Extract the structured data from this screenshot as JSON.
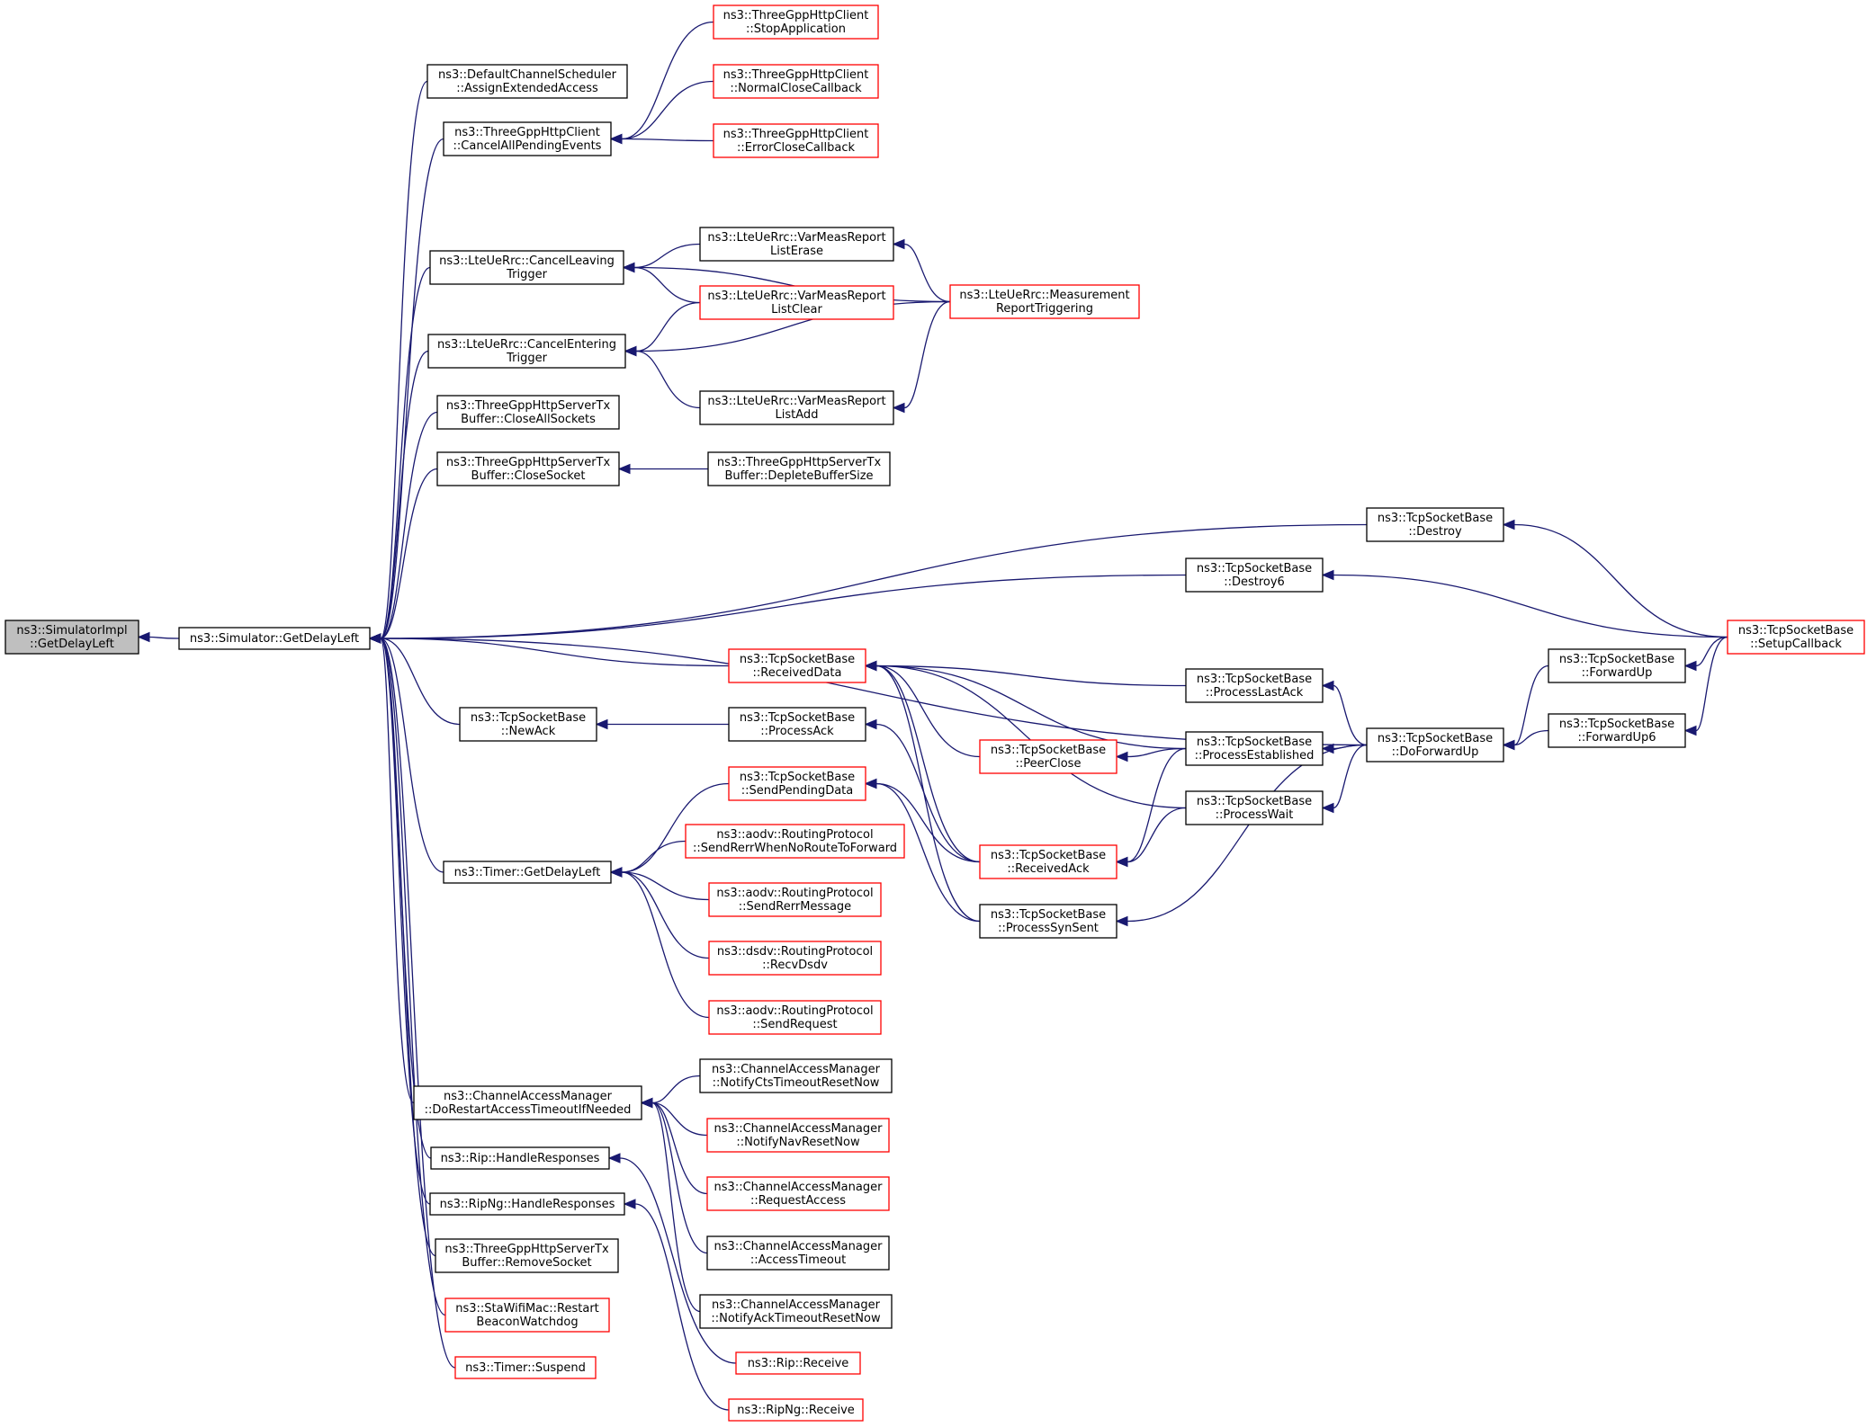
{
  "colors": {
    "edge": "#191970",
    "node_border": "#000000",
    "node_border_truncated": "#ff0000",
    "root_fill": "#bfbfbf",
    "background": "#ffffff"
  },
  "nodes": [
    {
      "id": "n_root",
      "lines": [
        "ns3::SimulatorImpl",
        "::GetDelayLeft"
      ],
      "style": "root"
    },
    {
      "id": "n_sim",
      "lines": [
        "ns3::Simulator::GetDelayLeft"
      ],
      "style": "normal"
    },
    {
      "id": "n_dcs",
      "lines": [
        "ns3::DefaultChannelScheduler",
        "::AssignExtendedAccess"
      ],
      "style": "normal"
    },
    {
      "id": "n_tghc_cancel",
      "lines": [
        "ns3::ThreeGppHttpClient",
        "::CancelAllPendingEvents"
      ],
      "style": "normal"
    },
    {
      "id": "n_tghc_stop",
      "lines": [
        "ns3::ThreeGppHttpClient",
        "::StopApplication"
      ],
      "style": "truncated"
    },
    {
      "id": "n_tghc_normal",
      "lines": [
        "ns3::ThreeGppHttpClient",
        "::NormalCloseCallback"
      ],
      "style": "truncated"
    },
    {
      "id": "n_tghc_error",
      "lines": [
        "ns3::ThreeGppHttpClient",
        "::ErrorCloseCallback"
      ],
      "style": "truncated"
    },
    {
      "id": "n_lte_leaving",
      "lines": [
        "ns3::LteUeRrc::CancelLeaving",
        "Trigger"
      ],
      "style": "normal"
    },
    {
      "id": "n_lte_erase",
      "lines": [
        "ns3::LteUeRrc::VarMeasReport",
        "ListErase"
      ],
      "style": "normal"
    },
    {
      "id": "n_lte_clear",
      "lines": [
        "ns3::LteUeRrc::VarMeasReport",
        "ListClear"
      ],
      "style": "truncated"
    },
    {
      "id": "n_lte_meas",
      "lines": [
        "ns3::LteUeRrc::Measurement",
        "ReportTriggering"
      ],
      "style": "truncated"
    },
    {
      "id": "n_lte_entering",
      "lines": [
        "ns3::LteUeRrc::CancelEntering",
        "Trigger"
      ],
      "style": "normal"
    },
    {
      "id": "n_lte_add",
      "lines": [
        "ns3::LteUeRrc::VarMeasReport",
        "ListAdd"
      ],
      "style": "normal"
    },
    {
      "id": "n_tgs_closeall",
      "lines": [
        "ns3::ThreeGppHttpServerTx",
        "Buffer::CloseAllSockets"
      ],
      "style": "normal"
    },
    {
      "id": "n_tgs_close",
      "lines": [
        "ns3::ThreeGppHttpServerTx",
        "Buffer::CloseSocket"
      ],
      "style": "normal"
    },
    {
      "id": "n_tgs_deplete",
      "lines": [
        "ns3::ThreeGppHttpServerTx",
        "Buffer::DepleteBufferSize"
      ],
      "style": "normal"
    },
    {
      "id": "n_tcp_destroy",
      "lines": [
        "ns3::TcpSocketBase",
        "::Destroy"
      ],
      "style": "normal"
    },
    {
      "id": "n_tcp_destroy6",
      "lines": [
        "ns3::TcpSocketBase",
        "::Destroy6"
      ],
      "style": "normal"
    },
    {
      "id": "n_tcp_setup",
      "lines": [
        "ns3::TcpSocketBase",
        "::SetupCallback"
      ],
      "style": "truncated"
    },
    {
      "id": "n_tcp_recvdata",
      "lines": [
        "ns3::TcpSocketBase",
        "::ReceivedData"
      ],
      "style": "truncated"
    },
    {
      "id": "n_tcp_lastack",
      "lines": [
        "ns3::TcpSocketBase",
        "::ProcessLastAck"
      ],
      "style": "normal"
    },
    {
      "id": "n_tcp_forwardup",
      "lines": [
        "ns3::TcpSocketBase",
        "::ForwardUp"
      ],
      "style": "normal"
    },
    {
      "id": "n_tcp_doforwardup",
      "lines": [
        "ns3::TcpSocketBase",
        "::DoForwardUp"
      ],
      "style": "normal"
    },
    {
      "id": "n_tcp_forwardup6",
      "lines": [
        "ns3::TcpSocketBase",
        "::ForwardUp6"
      ],
      "style": "normal"
    },
    {
      "id": "n_tcp_newack",
      "lines": [
        "ns3::TcpSocketBase",
        "::NewAck"
      ],
      "style": "normal"
    },
    {
      "id": "n_tcp_processack",
      "lines": [
        "ns3::TcpSocketBase",
        "::ProcessAck"
      ],
      "style": "normal"
    },
    {
      "id": "n_tcp_peerclose",
      "lines": [
        "ns3::TcpSocketBase",
        "::PeerClose"
      ],
      "style": "truncated"
    },
    {
      "id": "n_tcp_established",
      "lines": [
        "ns3::TcpSocketBase",
        "::ProcessEstablished"
      ],
      "style": "normal"
    },
    {
      "id": "n_tcp_sendpending",
      "lines": [
        "ns3::TcpSocketBase",
        "::SendPendingData"
      ],
      "style": "truncated"
    },
    {
      "id": "n_tcp_wait",
      "lines": [
        "ns3::TcpSocketBase",
        "::ProcessWait"
      ],
      "style": "normal"
    },
    {
      "id": "n_tcp_recvack",
      "lines": [
        "ns3::TcpSocketBase",
        "::ReceivedAck"
      ],
      "style": "truncated"
    },
    {
      "id": "n_tcp_synsent",
      "lines": [
        "ns3::TcpSocketBase",
        "::ProcessSynSent"
      ],
      "style": "normal"
    },
    {
      "id": "n_timer_delay",
      "lines": [
        "ns3::Timer::GetDelayLeft"
      ],
      "style": "normal"
    },
    {
      "id": "n_aodv_rerr_noroute",
      "lines": [
        "ns3::aodv::RoutingProtocol",
        "::SendRerrWhenNoRouteToForward"
      ],
      "style": "truncated"
    },
    {
      "id": "n_aodv_rerr_msg",
      "lines": [
        "ns3::aodv::RoutingProtocol",
        "::SendRerrMessage"
      ],
      "style": "truncated"
    },
    {
      "id": "n_dsdv_recv",
      "lines": [
        "ns3::dsdv::RoutingProtocol",
        "::RecvDsdv"
      ],
      "style": "truncated"
    },
    {
      "id": "n_aodv_sendreq",
      "lines": [
        "ns3::aodv::RoutingProtocol",
        "::SendRequest"
      ],
      "style": "truncated"
    },
    {
      "id": "n_cam_restart",
      "lines": [
        "ns3::ChannelAccessManager",
        "::DoRestartAccessTimeoutIfNeeded"
      ],
      "style": "normal"
    },
    {
      "id": "n_cam_cts",
      "lines": [
        "ns3::ChannelAccessManager",
        "::NotifyCtsTimeoutResetNow"
      ],
      "style": "normal"
    },
    {
      "id": "n_cam_nav",
      "lines": [
        "ns3::ChannelAccessManager",
        "::NotifyNavResetNow"
      ],
      "style": "truncated"
    },
    {
      "id": "n_cam_request",
      "lines": [
        "ns3::ChannelAccessManager",
        "::RequestAccess"
      ],
      "style": "truncated"
    },
    {
      "id": "n_cam_timeout",
      "lines": [
        "ns3::ChannelAccessManager",
        "::AccessTimeout"
      ],
      "style": "normal"
    },
    {
      "id": "n_cam_ack",
      "lines": [
        "ns3::ChannelAccessManager",
        "::NotifyAckTimeoutResetNow"
      ],
      "style": "normal"
    },
    {
      "id": "n_rip_handle",
      "lines": [
        "ns3::Rip::HandleResponses"
      ],
      "style": "normal"
    },
    {
      "id": "n_ripng_handle",
      "lines": [
        "ns3::RipNg::HandleResponses"
      ],
      "style": "normal"
    },
    {
      "id": "n_tgs_remove",
      "lines": [
        "ns3::ThreeGppHttpServerTx",
        "Buffer::RemoveSocket"
      ],
      "style": "normal"
    },
    {
      "id": "n_sta_restart",
      "lines": [
        "ns3::StaWifiMac::Restart",
        "BeaconWatchdog"
      ],
      "style": "truncated"
    },
    {
      "id": "n_timer_suspend",
      "lines": [
        "ns3::Timer::Suspend"
      ],
      "style": "truncated"
    },
    {
      "id": "n_rip_recv",
      "lines": [
        "ns3::Rip::Receive"
      ],
      "style": "truncated"
    },
    {
      "id": "n_ripng_recv",
      "lines": [
        "ns3::RipNg::Receive"
      ],
      "style": "truncated"
    }
  ],
  "edges": [
    {
      "from": "n_sim",
      "to": "n_root"
    },
    {
      "from": "n_dcs",
      "to": "n_sim"
    },
    {
      "from": "n_tghc_cancel",
      "to": "n_sim"
    },
    {
      "from": "n_lte_leaving",
      "to": "n_sim"
    },
    {
      "from": "n_lte_entering",
      "to": "n_sim"
    },
    {
      "from": "n_tgs_closeall",
      "to": "n_sim"
    },
    {
      "from": "n_tgs_close",
      "to": "n_sim"
    },
    {
      "from": "n_tcp_destroy",
      "to": "n_sim"
    },
    {
      "from": "n_tcp_destroy6",
      "to": "n_sim"
    },
    {
      "from": "n_tcp_doforwardup",
      "to": "n_sim"
    },
    {
      "from": "n_tcp_recvdata",
      "to": "n_sim"
    },
    {
      "from": "n_tcp_newack",
      "to": "n_sim"
    },
    {
      "from": "n_timer_delay",
      "to": "n_sim"
    },
    {
      "from": "n_cam_restart",
      "to": "n_sim"
    },
    {
      "from": "n_rip_handle",
      "to": "n_sim"
    },
    {
      "from": "n_ripng_handle",
      "to": "n_sim"
    },
    {
      "from": "n_tgs_remove",
      "to": "n_sim"
    },
    {
      "from": "n_sta_restart",
      "to": "n_sim"
    },
    {
      "from": "n_timer_suspend",
      "to": "n_sim"
    },
    {
      "from": "n_tghc_stop",
      "to": "n_tghc_cancel"
    },
    {
      "from": "n_tghc_normal",
      "to": "n_tghc_cancel"
    },
    {
      "from": "n_tghc_error",
      "to": "n_tghc_cancel"
    },
    {
      "from": "n_lte_erase",
      "to": "n_lte_leaving"
    },
    {
      "from": "n_lte_clear",
      "to": "n_lte_leaving"
    },
    {
      "from": "n_lte_meas",
      "to": "n_lte_leaving"
    },
    {
      "from": "n_lte_clear",
      "to": "n_lte_entering"
    },
    {
      "from": "n_lte_meas",
      "to": "n_lte_entering"
    },
    {
      "from": "n_lte_add",
      "to": "n_lte_entering"
    },
    {
      "from": "n_lte_meas",
      "to": "n_lte_erase"
    },
    {
      "from": "n_lte_meas",
      "to": "n_lte_add"
    },
    {
      "from": "n_tgs_deplete",
      "to": "n_tgs_close"
    },
    {
      "from": "n_tcp_setup",
      "to": "n_tcp_destroy"
    },
    {
      "from": "n_tcp_setup",
      "to": "n_tcp_destroy6"
    },
    {
      "from": "n_tcp_setup",
      "to": "n_tcp_forwardup"
    },
    {
      "from": "n_tcp_setup",
      "to": "n_tcp_forwardup6"
    },
    {
      "from": "n_tcp_forwardup",
      "to": "n_tcp_doforwardup"
    },
    {
      "from": "n_tcp_forwardup6",
      "to": "n_tcp_doforwardup"
    },
    {
      "from": "n_tcp_doforwardup",
      "to": "n_tcp_lastack"
    },
    {
      "from": "n_tcp_doforwardup",
      "to": "n_tcp_established"
    },
    {
      "from": "n_tcp_doforwardup",
      "to": "n_tcp_wait"
    },
    {
      "from": "n_tcp_doforwardup",
      "to": "n_tcp_synsent"
    },
    {
      "from": "n_tcp_lastack",
      "to": "n_tcp_recvdata"
    },
    {
      "from": "n_tcp_established",
      "to": "n_tcp_recvdata"
    },
    {
      "from": "n_tcp_wait",
      "to": "n_tcp_recvdata"
    },
    {
      "from": "n_tcp_peerclose",
      "to": "n_tcp_recvdata"
    },
    {
      "from": "n_tcp_recvack",
      "to": "n_tcp_recvdata"
    },
    {
      "from": "n_tcp_synsent",
      "to": "n_tcp_recvdata"
    },
    {
      "from": "n_tcp_established",
      "to": "n_tcp_peerclose"
    },
    {
      "from": "n_tcp_established",
      "to": "n_tcp_recvack"
    },
    {
      "from": "n_tcp_wait",
      "to": "n_tcp_recvack"
    },
    {
      "from": "n_tcp_processack",
      "to": "n_tcp_newack"
    },
    {
      "from": "n_tcp_recvack",
      "to": "n_tcp_processack"
    },
    {
      "from": "n_tcp_sendpending",
      "to": "n_timer_delay"
    },
    {
      "from": "n_tcp_recvack",
      "to": "n_tcp_sendpending"
    },
    {
      "from": "n_tcp_synsent",
      "to": "n_tcp_sendpending"
    },
    {
      "from": "n_aodv_rerr_noroute",
      "to": "n_timer_delay"
    },
    {
      "from": "n_aodv_rerr_msg",
      "to": "n_timer_delay"
    },
    {
      "from": "n_dsdv_recv",
      "to": "n_timer_delay"
    },
    {
      "from": "n_aodv_sendreq",
      "to": "n_timer_delay"
    },
    {
      "from": "n_cam_cts",
      "to": "n_cam_restart"
    },
    {
      "from": "n_cam_nav",
      "to": "n_cam_restart"
    },
    {
      "from": "n_cam_request",
      "to": "n_cam_restart"
    },
    {
      "from": "n_cam_timeout",
      "to": "n_cam_restart"
    },
    {
      "from": "n_cam_ack",
      "to": "n_cam_restart"
    },
    {
      "from": "n_rip_recv",
      "to": "n_rip_handle"
    },
    {
      "from": "n_ripng_recv",
      "to": "n_ripng_handle"
    }
  ]
}
